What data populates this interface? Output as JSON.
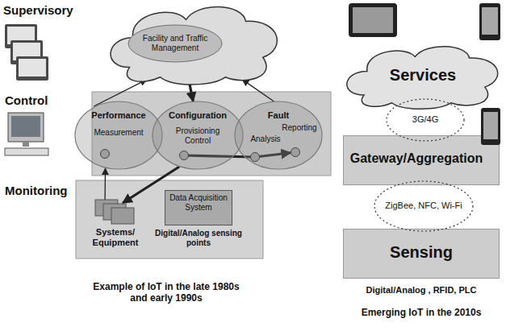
{
  "diagram": {
    "nodes": [
      {
        "text": [
          "Facility and Traffic Management"
        ]
      },
      {
        "text": [
          "Performance",
          "Measurement"
        ]
      },
      {
        "text": [
          "Configuration",
          "Provisioning Control"
        ]
      },
      {
        "text": [
          "Fault",
          "Analysis",
          "Reporting"
        ]
      },
      {
        "text": [
          "Systems/ Equipment"
        ]
      },
      {
        "text": [
          "Data Acquisition System",
          "Digital/Analog sensing points"
        ]
      },
      {
        "text": [
          "Services"
        ]
      },
      {
        "text": [
          "3G/4G"
        ]
      },
      {
        "text": [
          "Gateway/Aggregation"
        ]
      },
      {
        "text": [
          "ZigBee, NFC, Wi-Fi"
        ]
      },
      {
        "text": [
          "Sensing",
          "Digital/Analog , RFID, PLC"
        ]
      }
    ],
    "edges": [
      {
        "from": 1,
        "to": 0,
        "arrow": "to"
      },
      {
        "from": 0,
        "to": 2,
        "arrow": "to"
      },
      {
        "from": 3,
        "to": 0,
        "arrow": "to"
      },
      {
        "from": 2,
        "to": 3,
        "arrow": "to"
      },
      {
        "from": 4,
        "to": 1,
        "arrow": "to"
      },
      {
        "from": 2,
        "to": 4,
        "arrow": "to"
      }
    ],
    "labels": [
      "Supervisory",
      "Control",
      "Monitoring",
      "Example of IoT in the late 1980s and early 1990s",
      "Emerging IoT in the 2010s"
    ]
  }
}
